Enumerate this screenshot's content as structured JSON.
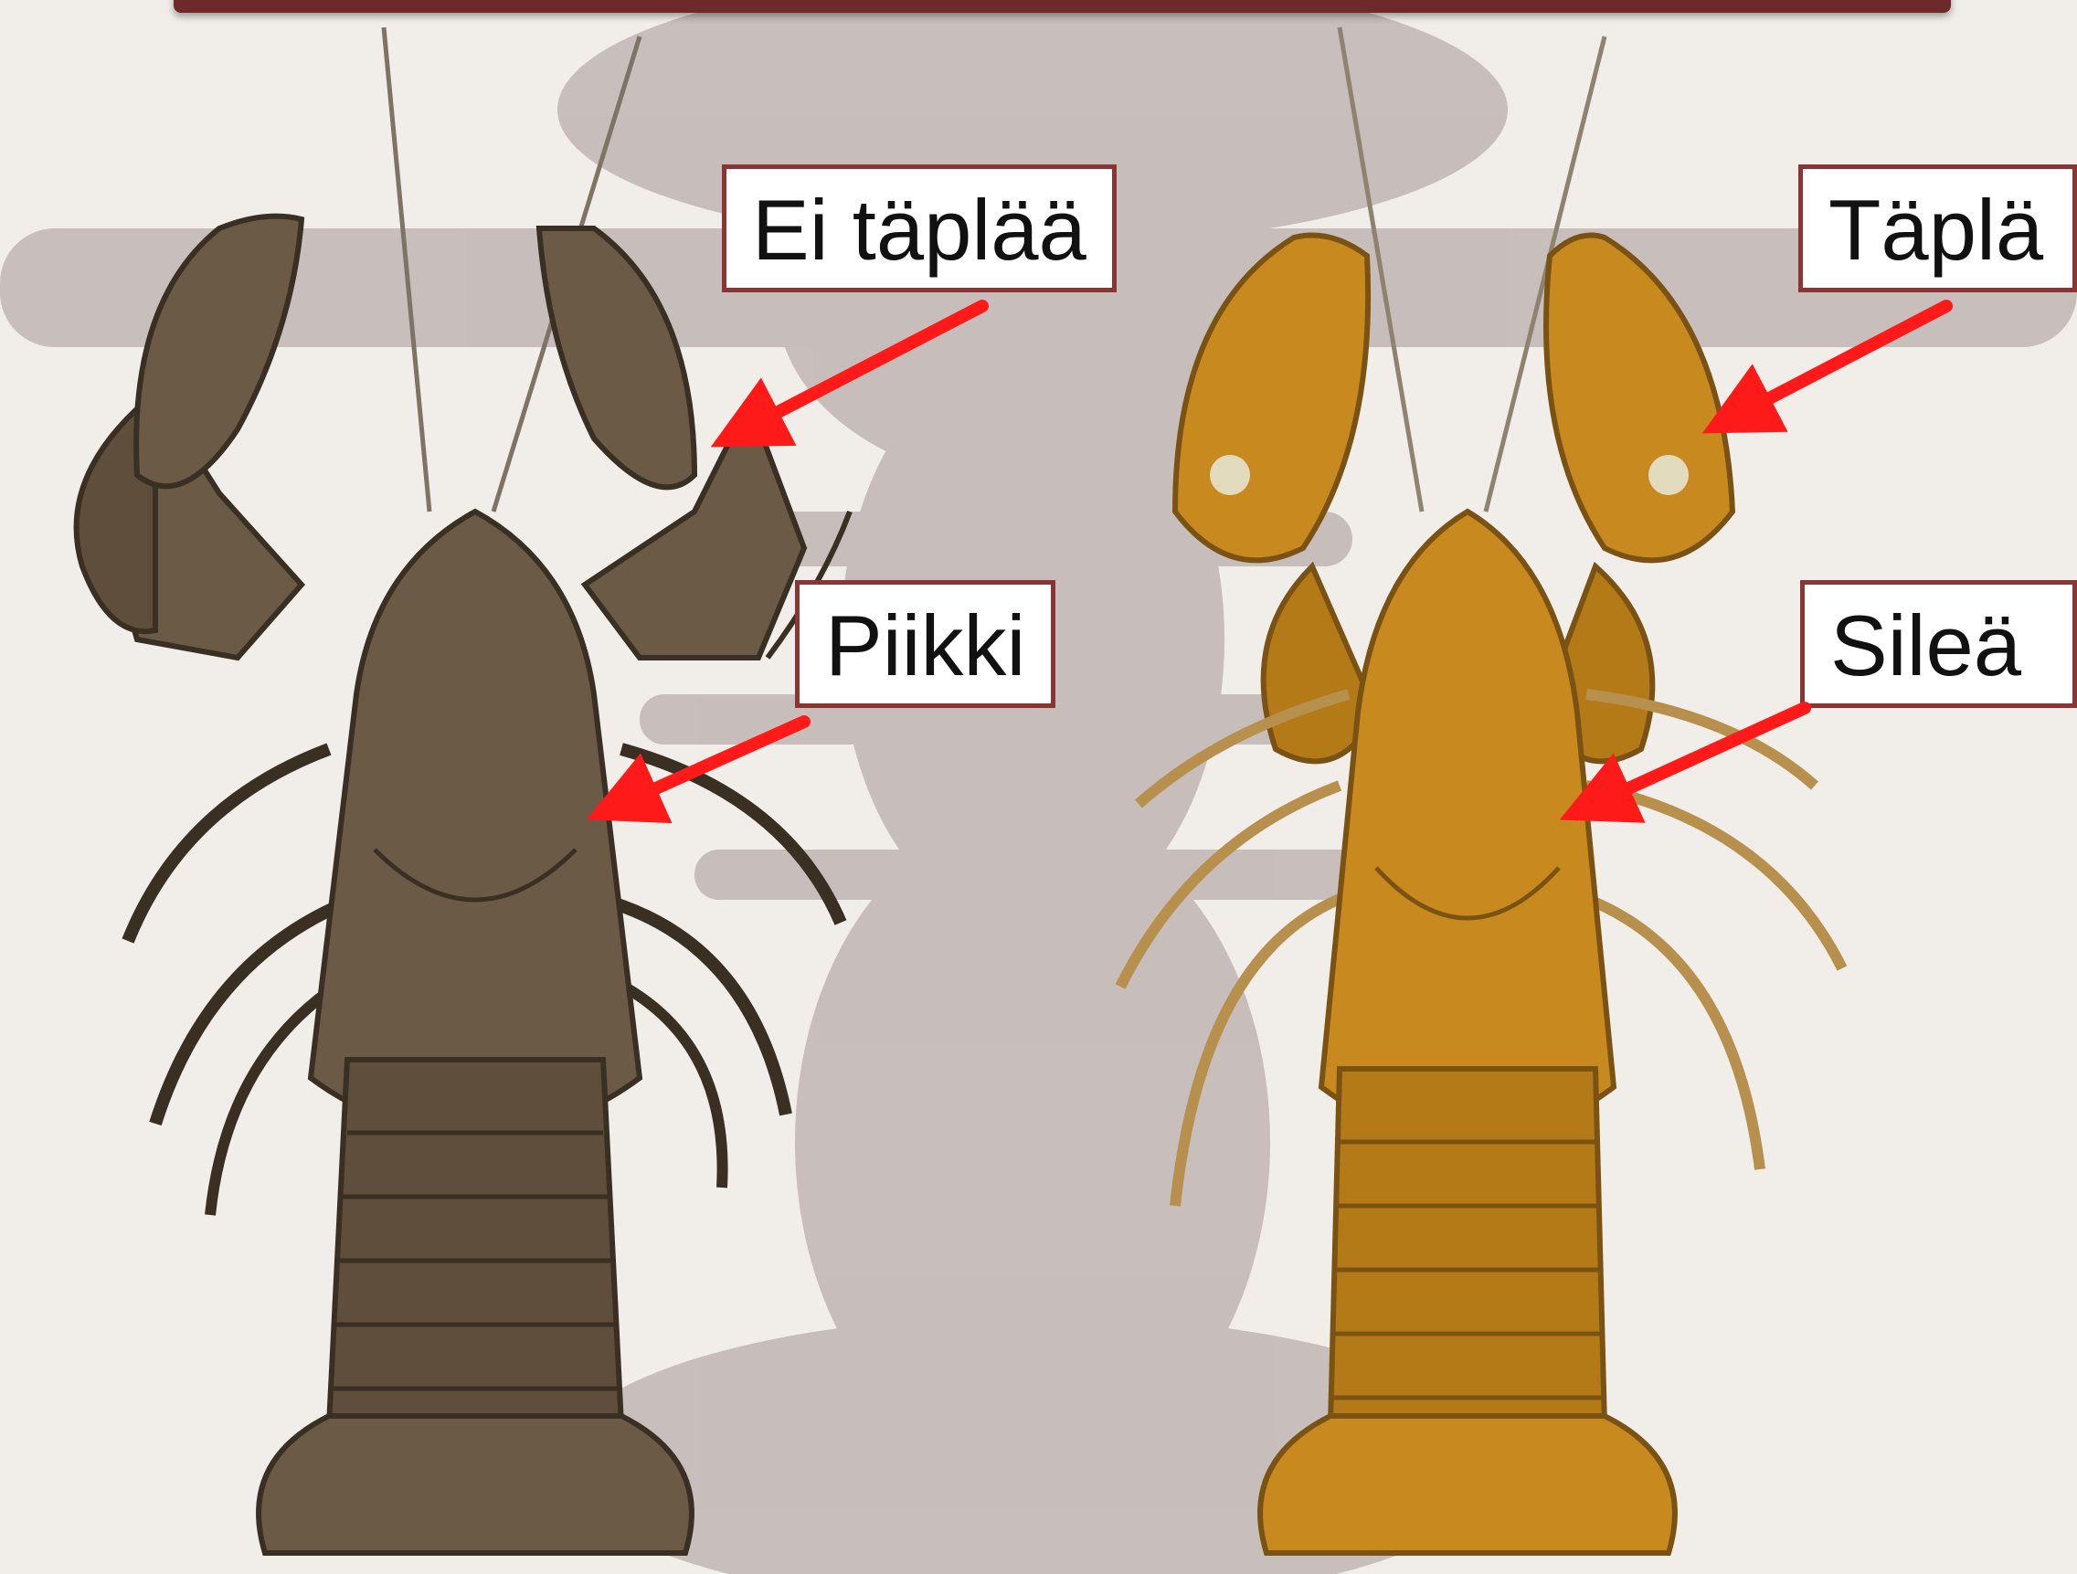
{
  "colors": {
    "title_bar": "#6e2a2a",
    "label_border": "#8a3434",
    "arrow": "#ff1a1a",
    "noble_crayfish_body": "#6b5a45",
    "signal_crayfish_body": "#c88a1e",
    "background_silhouette": "#b9aeab"
  },
  "labels": {
    "left_claw": "Ei täplää",
    "left_spine": "Piikki",
    "right_claw": "Täplä",
    "right_smooth": "Sileä"
  }
}
